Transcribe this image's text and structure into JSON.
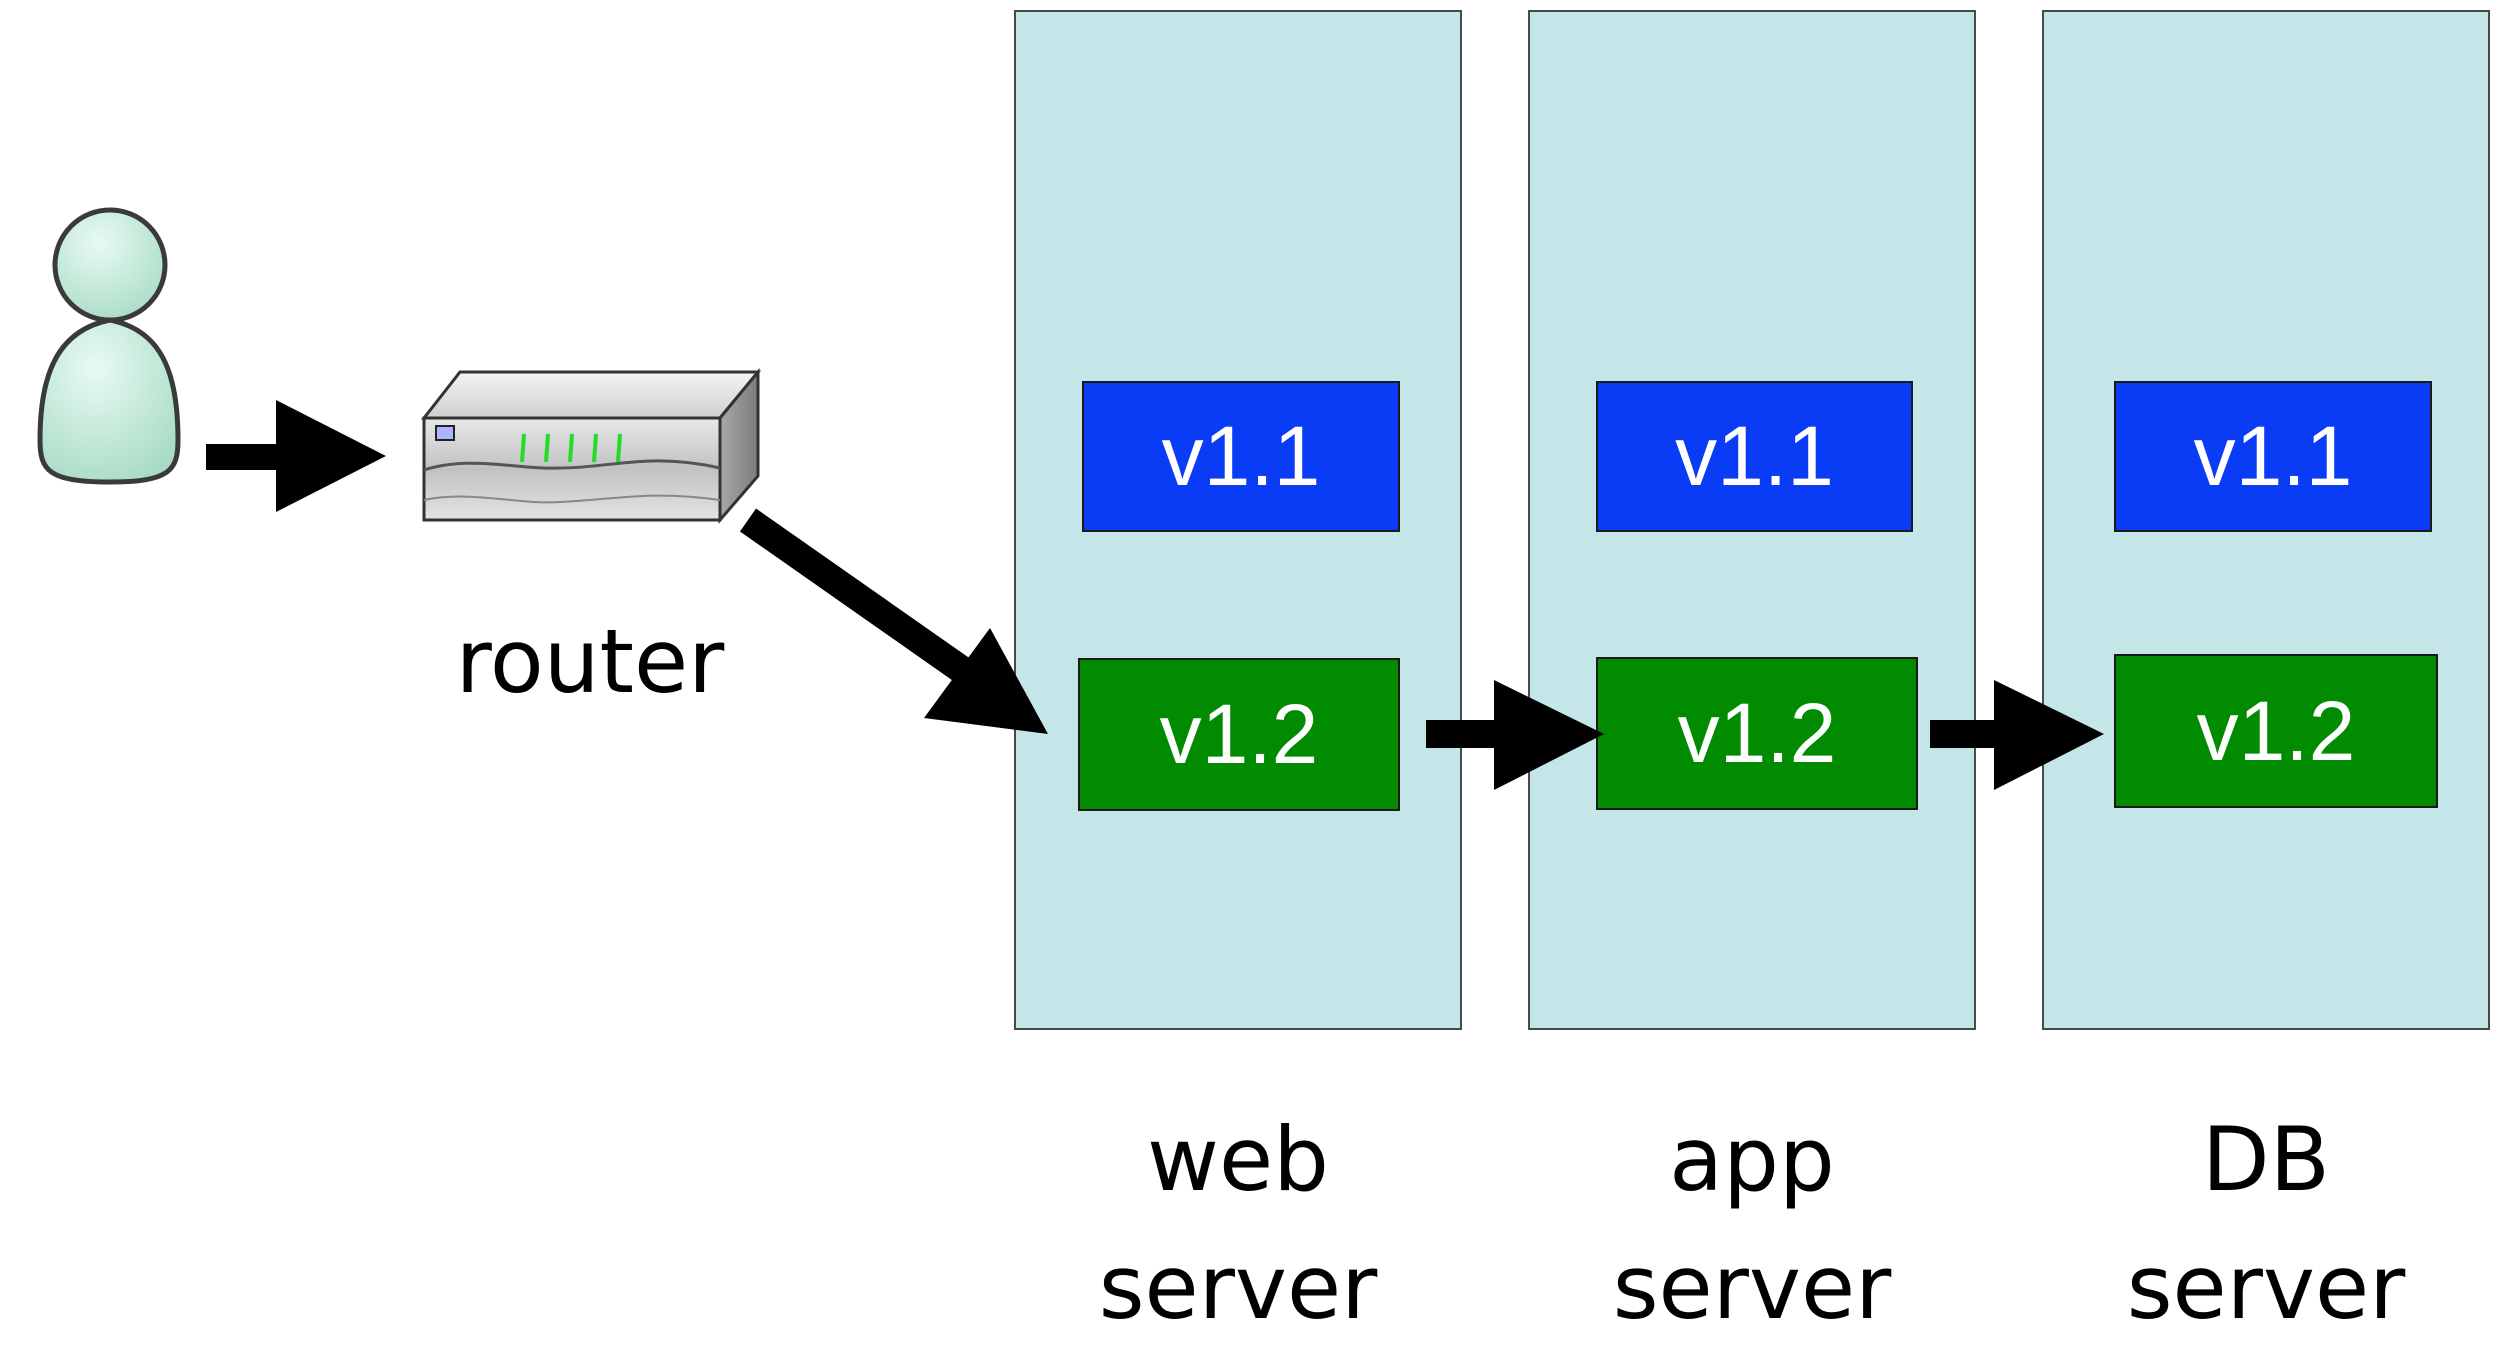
{
  "router": {
    "label": "router"
  },
  "servers": [
    {
      "name_line1": "web",
      "name_line2": "server",
      "current_version": "v1.1",
      "new_version": "v1.2"
    },
    {
      "name_line1": "app",
      "name_line2": "server",
      "current_version": "v1.1",
      "new_version": "v1.2"
    },
    {
      "name_line1": "DB",
      "name_line2": "server",
      "current_version": "v1.1",
      "new_version": "v1.2"
    }
  ],
  "colors": {
    "server_column": "#c5e6e8",
    "current_version_box": "#0a3cf6",
    "new_version_box": "#008b00",
    "arrow": "#000000",
    "user_figure": "#bfe8d8"
  },
  "icons": {
    "user": "user-icon",
    "router": "router-icon"
  }
}
